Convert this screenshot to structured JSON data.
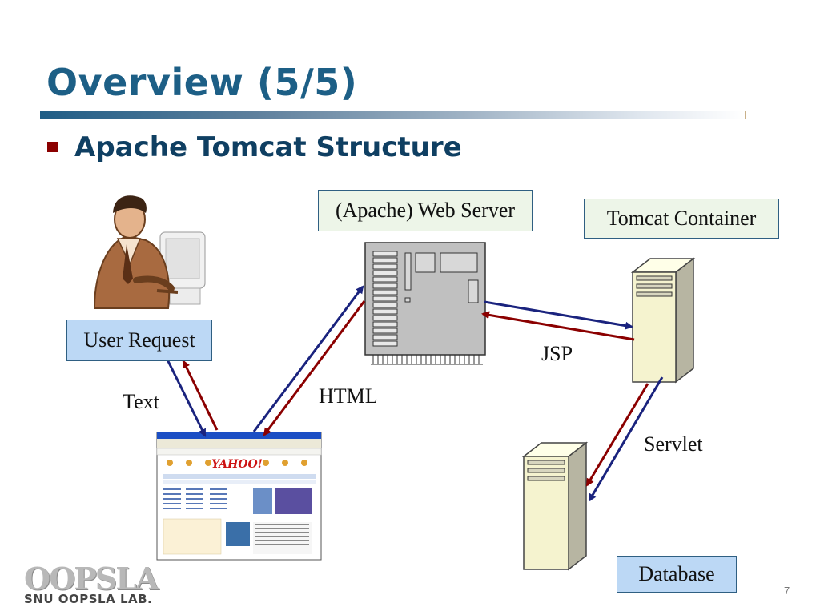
{
  "slide": {
    "title": "Overview (5/5)",
    "subtitle": "Apache Tomcat Structure",
    "page_number": "7"
  },
  "diagram": {
    "web_server_label": "(Apache) Web Server",
    "tomcat_label": "Tomcat Container",
    "user_request_label": "User Request",
    "database_label": "Database",
    "text_label": "Text",
    "html_label": "HTML",
    "jsp_label": "JSP",
    "servlet_label": "Servlet",
    "browser_logo_text": "YAHOO!"
  },
  "logo": {
    "name": "OOPSLA",
    "subtitle": "SNU OOPSLA LAB."
  },
  "colors": {
    "title": "#1d5f86",
    "arrow_blue": "#1a237e",
    "arrow_red": "#8b0000",
    "box_green": "#edf5e8",
    "box_blue": "#bcd8f5"
  }
}
